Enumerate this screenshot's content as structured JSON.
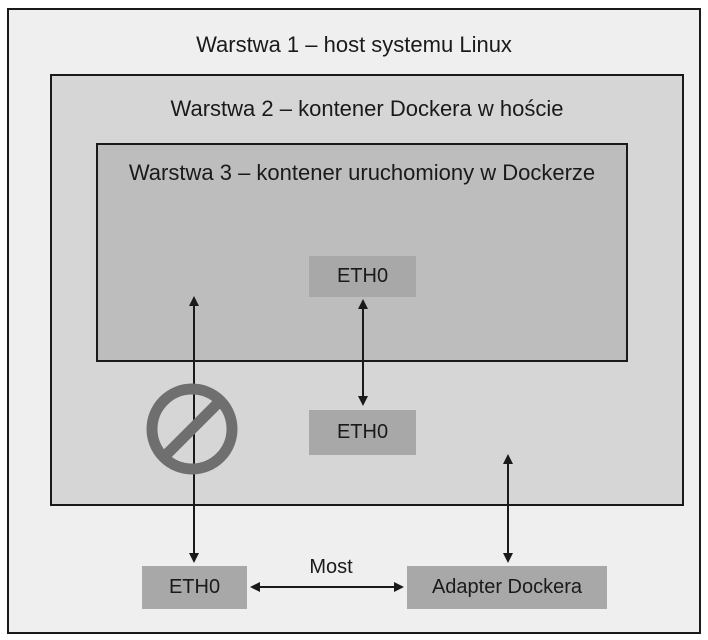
{
  "layers": {
    "layer1_title": "Warstwa 1 – host systemu Linux",
    "layer2_title": "Warstwa 2 – kontener Dockera w hoście",
    "layer3_title": "Warstwa 3 – kontener uruchomiony w Dockerze"
  },
  "nodes": {
    "container_eth": "ETH0",
    "docker_eth": "ETH0",
    "host_eth": "ETH0",
    "adapter": "Adapter Dockera"
  },
  "connections": {
    "bridge_label": "Most",
    "blocked_symbol": "no-entry-icon"
  },
  "colors": {
    "layer1": "#efefef",
    "layer2": "#d6d6d6",
    "layer3": "#bdbdbd",
    "node": "#a8a8a8",
    "blocked": "#6f6f6f"
  }
}
